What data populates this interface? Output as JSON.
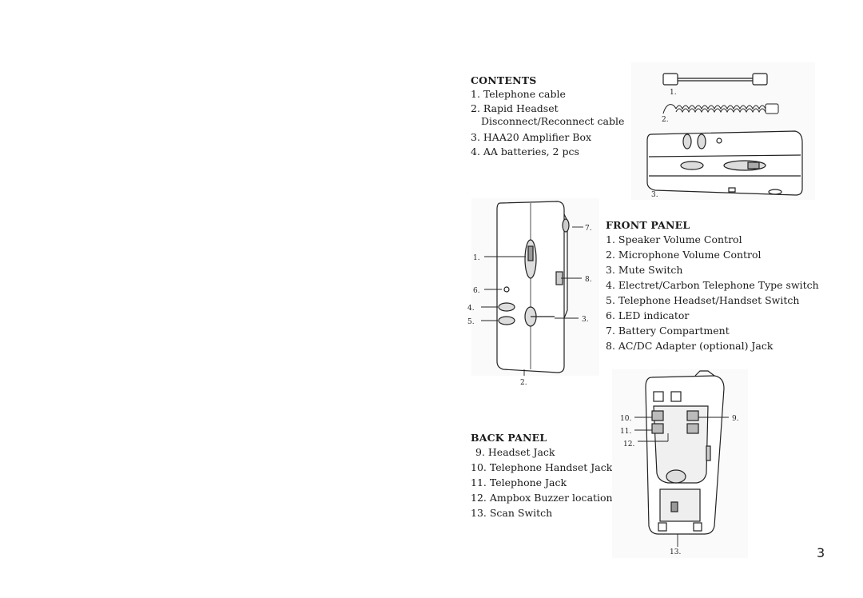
{
  "contents": {
    "heading": "CONTENTS",
    "items": [
      "1. Telephone cable",
      "2. Rapid Headset",
      "Disconnect/Reconnect cable",
      "3. HAA20 Amplifier Box",
      "4. AA batteries, 2 pcs"
    ],
    "callouts": [
      "1.",
      "2.",
      "3."
    ]
  },
  "front_panel": {
    "heading": "FRONT PANEL",
    "items": [
      "1. Speaker Volume Control",
      "2. Microphone Volume Control",
      "3. Mute Switch",
      "4. Electret/Carbon Telephone Type switch",
      "5. Telephone Headset/Handset Switch",
      "6. LED indicator",
      "7. Battery Compartment",
      "8. AC/DC Adapter (optional) Jack"
    ],
    "callouts": [
      "1.",
      "2.",
      "3.",
      "4.",
      "5.",
      "6.",
      "7.",
      "8."
    ]
  },
  "back_panel": {
    "heading": "BACK PANEL",
    "items": [
      "9. Headset Jack",
      "10. Telephone Handset Jack",
      "11. Telephone Jack",
      "12. Ampbox Buzzer location",
      "13. Scan Switch"
    ],
    "callouts": [
      "9.",
      "10.",
      "11.",
      "12.",
      "13."
    ]
  },
  "page_number": "3"
}
